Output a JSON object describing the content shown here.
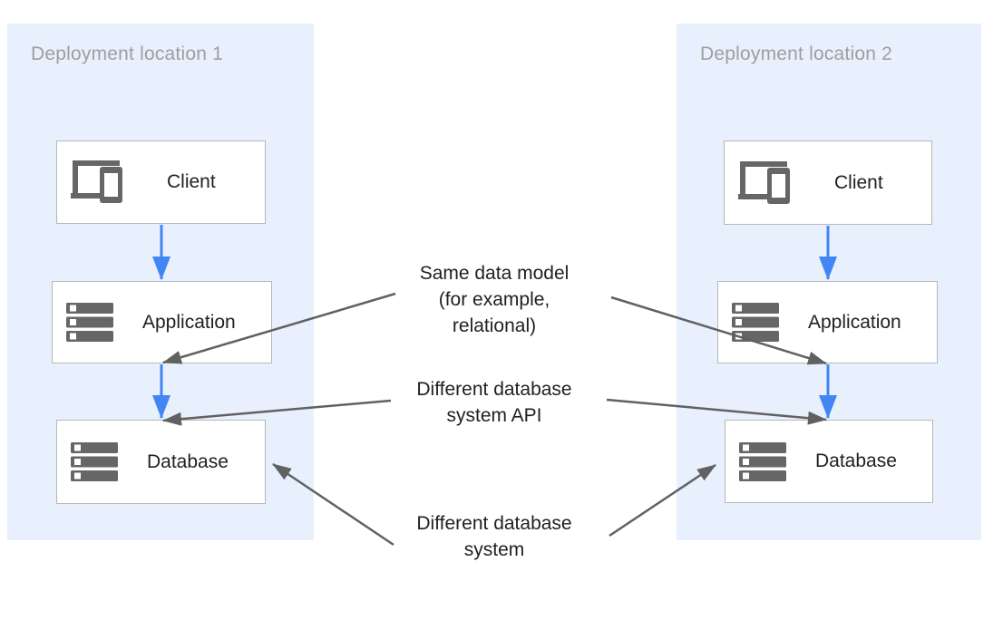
{
  "diagram": {
    "panels": [
      {
        "title": "Deployment location 1",
        "boxes": [
          {
            "label": "Client",
            "icon": "devices-icon"
          },
          {
            "label": "Application",
            "icon": "server-stack-icon"
          },
          {
            "label": "Database",
            "icon": "server-stack-icon"
          }
        ]
      },
      {
        "title": "Deployment location 2",
        "boxes": [
          {
            "label": "Client",
            "icon": "devices-icon"
          },
          {
            "label": "Application",
            "icon": "server-stack-icon"
          },
          {
            "label": "Database",
            "icon": "server-stack-icon"
          }
        ]
      }
    ],
    "annotations": [
      {
        "text": "Same data model\n(for example,\nrelational)"
      },
      {
        "text": "Different database\nsystem API"
      },
      {
        "text": "Different database\nsystem"
      }
    ],
    "colors": {
      "panel_background": "#e8f0fe",
      "box_border": "#b7b7b7",
      "icon_gray": "#666666",
      "flow_arrow_blue": "#4285f4",
      "annotation_arrow_gray": "#616161",
      "panel_title_gray": "#9e9e9e",
      "text_dark": "#212121"
    }
  }
}
